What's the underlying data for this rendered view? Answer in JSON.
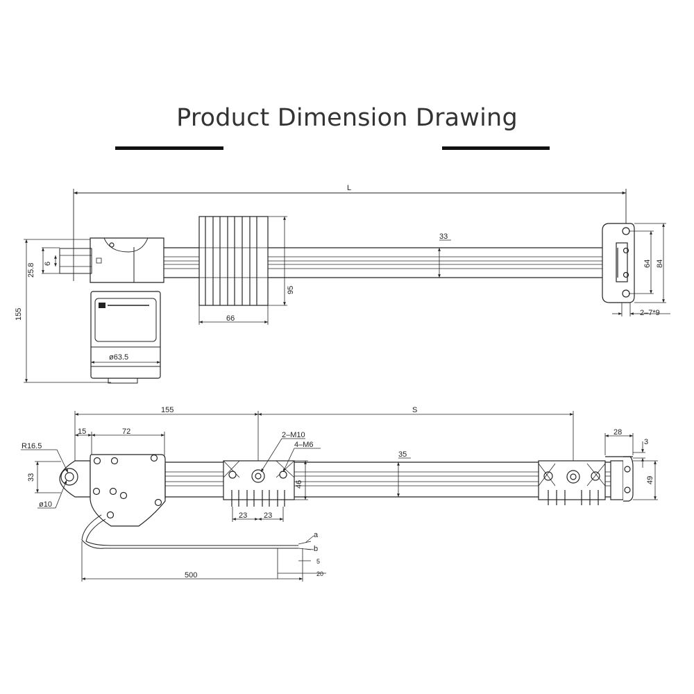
{
  "title": "Product Dimension Drawing",
  "top_view": {
    "overall_length": "L",
    "rod_dia": "33",
    "motor_width": "25.8",
    "motor_inner": "6",
    "total_height": "155",
    "fin_height": "95",
    "fin_width": "66",
    "motor_dia": "ø63.5",
    "bracket_inner": "64",
    "bracket_outer": "84",
    "mount_holes": "2–7*9"
  },
  "bottom_view": {
    "rear_to_clamp": "155",
    "stroke": "S",
    "offset_15": "15",
    "motor_len": "72",
    "clamp_thread": "2–M10",
    "clamp_screws": "4–M6",
    "tube_height": "35",
    "clevis_radius": "R16.5",
    "clevis_width": "33",
    "clevis_hole": "ø10",
    "clamp_height": "46",
    "clamp_left": "23",
    "clamp_right": "23",
    "end_width": "28",
    "end_thickness": "3",
    "end_height": "49",
    "cable_length": "500",
    "wire_a": "a",
    "wire_b": "b",
    "strip_5": "5",
    "strip_20": "20"
  }
}
